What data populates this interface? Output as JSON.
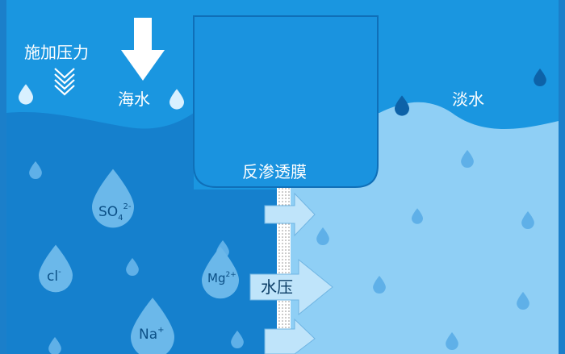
{
  "labels": {
    "pressure": "施加压力",
    "seawater": "海水",
    "freshwater": "淡水",
    "membrane": "反渗透膜",
    "water_pressure": "水压"
  },
  "ions": {
    "so4": {
      "base": "SO",
      "sub": "4",
      "sup": "2-"
    },
    "cl": {
      "base": "cl",
      "sup": "-"
    },
    "mg": {
      "base": "Mg",
      "sup": "2+"
    },
    "na": {
      "base": "Na",
      "sup": "+"
    }
  },
  "colors": {
    "background": "#1a96e0",
    "seawater": "#1580cd",
    "freshwater": "#8fcff5",
    "membrane_chamber": "#1a93df",
    "ion_drop": "#6bb8ea",
    "ion_text": "#0b4f86",
    "droplet_light": "#d8f0ff",
    "droplet_dark": "#0d62a8"
  },
  "icons": {
    "big_arrow": "arrow-down-icon",
    "small_chevrons": "chevrons-down-icon",
    "flow_arrows": "arrow-right-icon"
  }
}
